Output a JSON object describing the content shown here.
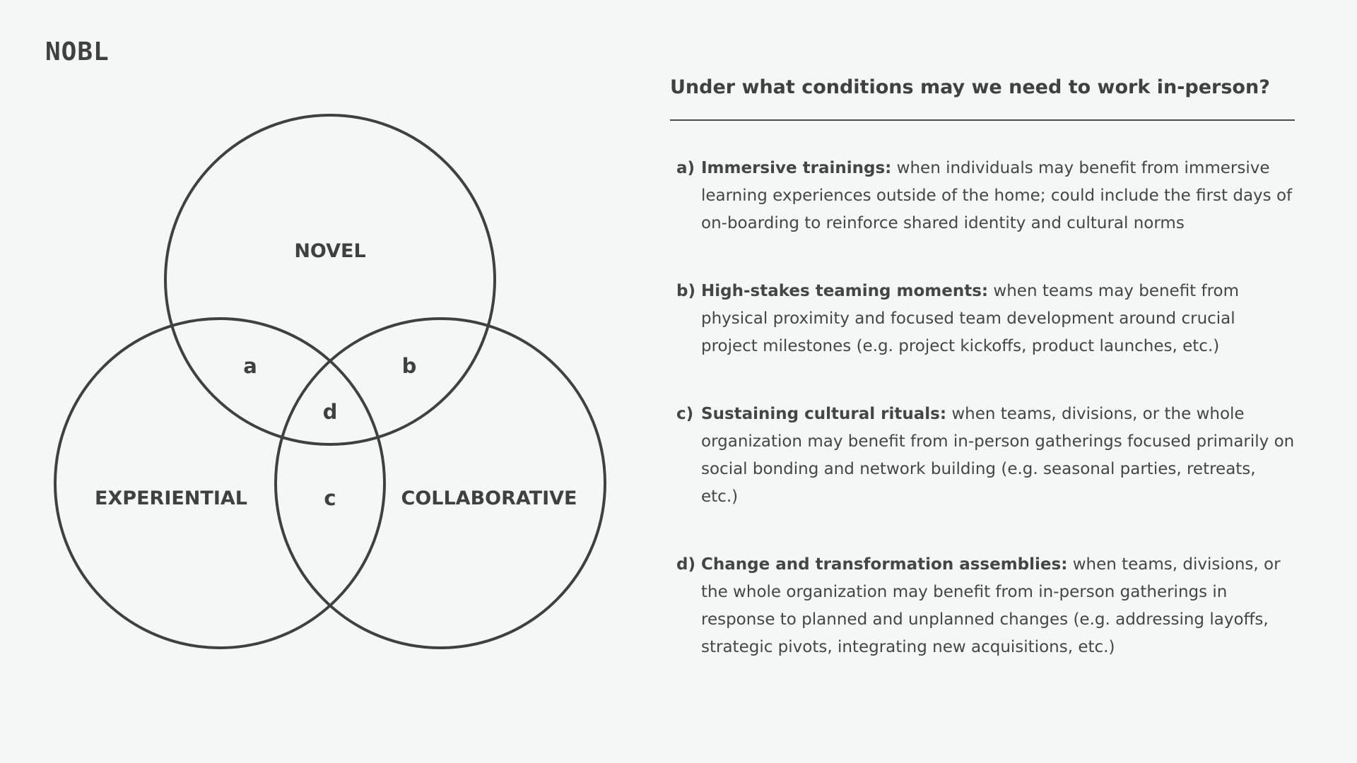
{
  "logo": {
    "text": "NOBL"
  },
  "diagram": {
    "circles": {
      "top": "NOVEL",
      "left": "EXPERIENTIAL",
      "right": "COLLABORATIVE"
    },
    "regions": {
      "top_left": "a",
      "top_right": "b",
      "left_right": "c",
      "center": "d"
    }
  },
  "panel": {
    "heading": "Under what conditions may we need to work in-person?",
    "items": [
      {
        "marker": "a)",
        "title": "Immersive trainings:",
        "text": "when individuals may benefit from immersive learning experiences outside of the home; could include the first days of on-boarding to reinforce shared identity and cultural norms"
      },
      {
        "marker": "b)",
        "title": "High-stakes teaming moments:",
        "text": "when teams may benefit from physical proximity and focused team development around crucial project milestones (e.g. project kickoffs, product launches, etc.)"
      },
      {
        "marker": "c)",
        "title": "Sustaining cultural rituals:",
        "text": "when teams, divisions, or the whole organization may benefit from in-person gatherings focused primarily on social bonding and network building (e.g. seasonal parties, retreats, etc.)"
      },
      {
        "marker": "d)",
        "title": "Change and transformation assemblies:",
        "text": "when teams, divisions, or the whole organization may benefit from in-person gatherings in response to planned and unplanned changes (e.g. addressing layoffs, strategic pivots, integrating new acquisitions, etc.)"
      }
    ]
  },
  "colors": {
    "background": "#f5f7f6",
    "ink": "#404040"
  }
}
